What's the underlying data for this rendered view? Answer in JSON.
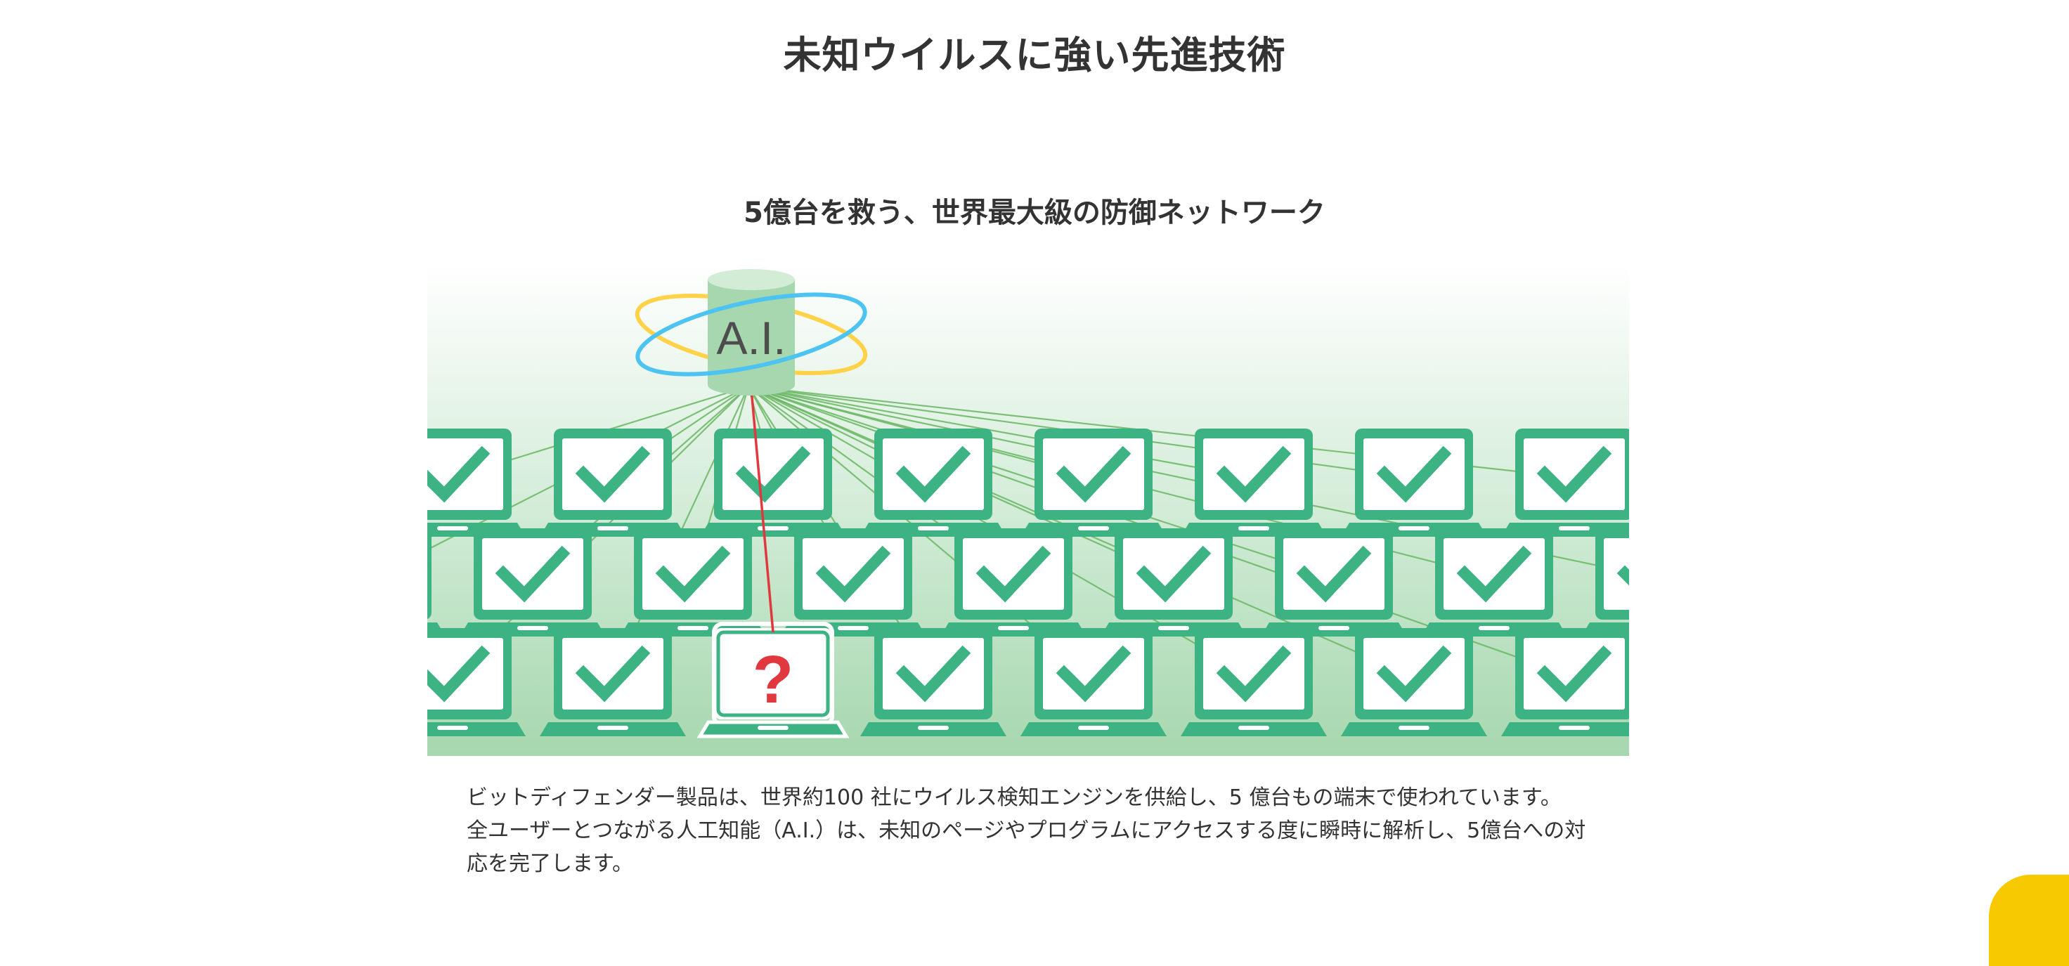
{
  "header": {
    "title": "未知ウイルスに強い先進技術"
  },
  "section": {
    "title": "5億台を救う、世界最大級の防御ネットワーク"
  },
  "illustration": {
    "ai_label": "A.I.",
    "unknown_mark": "?",
    "check_mark": "✓",
    "colors": {
      "green": "#3db283",
      "light_green": "#a6d7ae",
      "red": "#e0383e",
      "orbit_yellow": "#ffd24a",
      "orbit_blue": "#4cc3f0"
    }
  },
  "body": {
    "paragraphs": [
      "ビットディフェンダー製品は、世界約100 社にウイルス検知エンジンを供給し、5 億台もの端末で使われています。",
      "全ユーザーとつながる人工知能（A.I.）は、未知のページやプログラムにアクセスする度に瞬時に解析し、5億台への対応を完了します。"
    ]
  },
  "corner_button": {
    "color": "#f7c900"
  }
}
